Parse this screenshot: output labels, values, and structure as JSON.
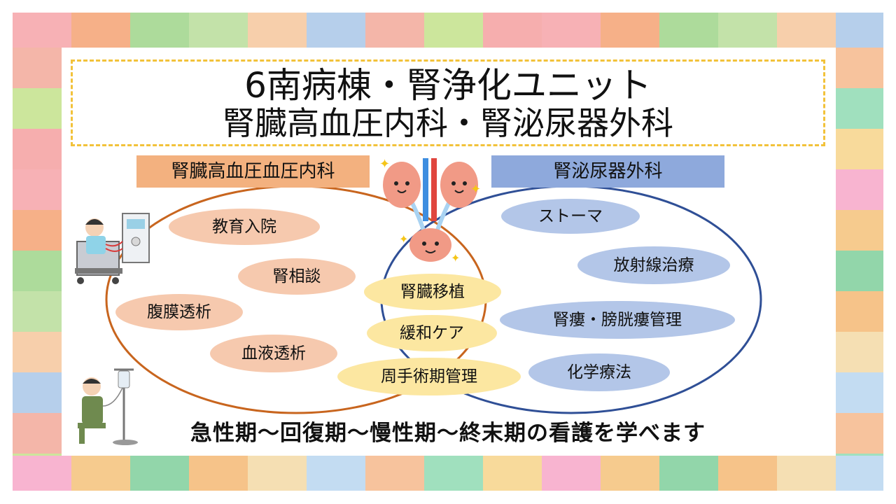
{
  "title": {
    "line1": "6南病棟・腎浄化ユニット",
    "line2": "腎臓高血圧内科・腎泌尿器外科"
  },
  "departments": {
    "left": "腎臓高血圧血圧内科",
    "right": "腎泌尿器外科"
  },
  "left_items": [
    "教育入院",
    "腎相談",
    "腹膜透析",
    "血液透析"
  ],
  "shared_items": [
    "腎臓移植",
    "緩和ケア",
    "周手術期管理"
  ],
  "right_items": [
    "ストーマ",
    "放射線治療",
    "腎瘻・膀胱瘻管理",
    "化学療法"
  ],
  "footer": "急性期～回復期～慢性期～終末期の看護を学べます",
  "colors": {
    "left_circle": "#c8651e",
    "right_circle": "#2f4f96",
    "left_header": "#f3b17f",
    "right_header": "#8ea9dc",
    "orange_pill": "#f6c9ae",
    "yellow_pill": "#fce7a1",
    "blue_pill": "#b3c6e8",
    "title_border": "#f2c23a"
  },
  "icons": [
    "kidney-bladder-character-icon",
    "dialysis-patient-illustration",
    "iv-drip-patient-illustration",
    "sparkle-icon"
  ]
}
